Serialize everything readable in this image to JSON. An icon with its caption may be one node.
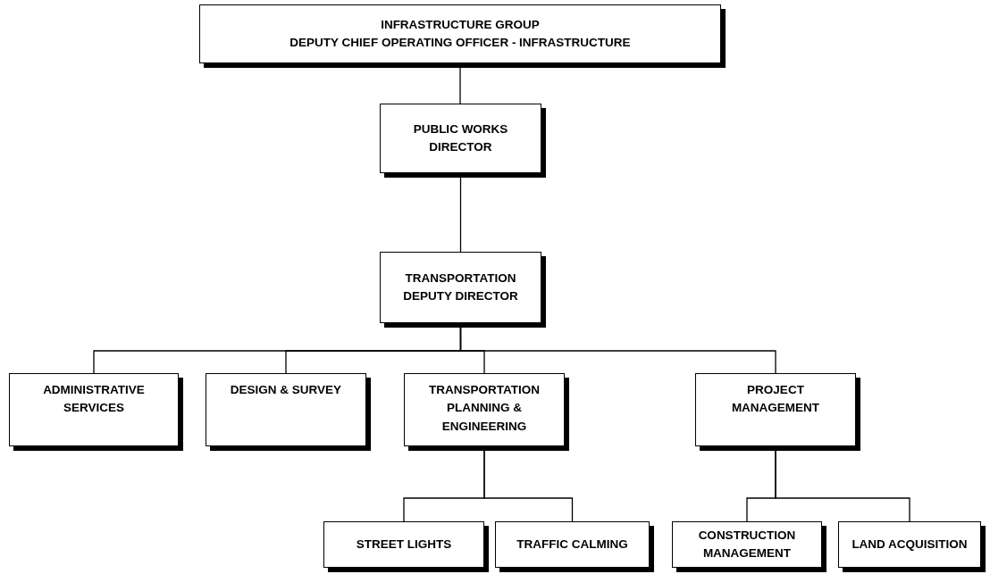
{
  "diagram": {
    "nodes": [
      {
        "text": [
          "INFRASTRUCTURE GROUP",
          "DEPUTY CHIEF OPERATING OFFICER - INFRASTRUCTURE"
        ]
      },
      {
        "text": [
          "PUBLIC WORKS DIRECTOR"
        ]
      },
      {
        "text": [
          "TRANSPORTATION DEPUTY DIRECTOR"
        ]
      },
      {
        "text": [
          "ADMINISTRATIVE SERVICES"
        ]
      },
      {
        "text": [
          "DESIGN & SURVEY"
        ]
      },
      {
        "text": [
          "TRANSPORTATION PLANNING & ENGINEERING"
        ]
      },
      {
        "text": [
          "PROJECT MANAGEMENT"
        ]
      },
      {
        "text": [
          "STREET LIGHTS"
        ]
      },
      {
        "text": [
          "TRAFFIC CALMING"
        ]
      },
      {
        "text": [
          "CONSTRUCTION MANAGEMENT"
        ]
      },
      {
        "text": [
          "LAND ACQUISITION"
        ]
      }
    ],
    "edges": [
      {
        "from": 0,
        "to": 1,
        "arrow": "none"
      },
      {
        "from": 1,
        "to": 2,
        "arrow": "none"
      },
      {
        "from": 2,
        "to": 3,
        "arrow": "none"
      },
      {
        "from": 2,
        "to": 4,
        "arrow": "none"
      },
      {
        "from": 2,
        "to": 5,
        "arrow": "none"
      },
      {
        "from": 2,
        "to": 6,
        "arrow": "none"
      },
      {
        "from": 5,
        "to": 7,
        "arrow": "none"
      },
      {
        "from": 5,
        "to": 8,
        "arrow": "none"
      },
      {
        "from": 6,
        "to": 9,
        "arrow": "none"
      },
      {
        "from": 6,
        "to": 10,
        "arrow": "none"
      }
    ]
  }
}
